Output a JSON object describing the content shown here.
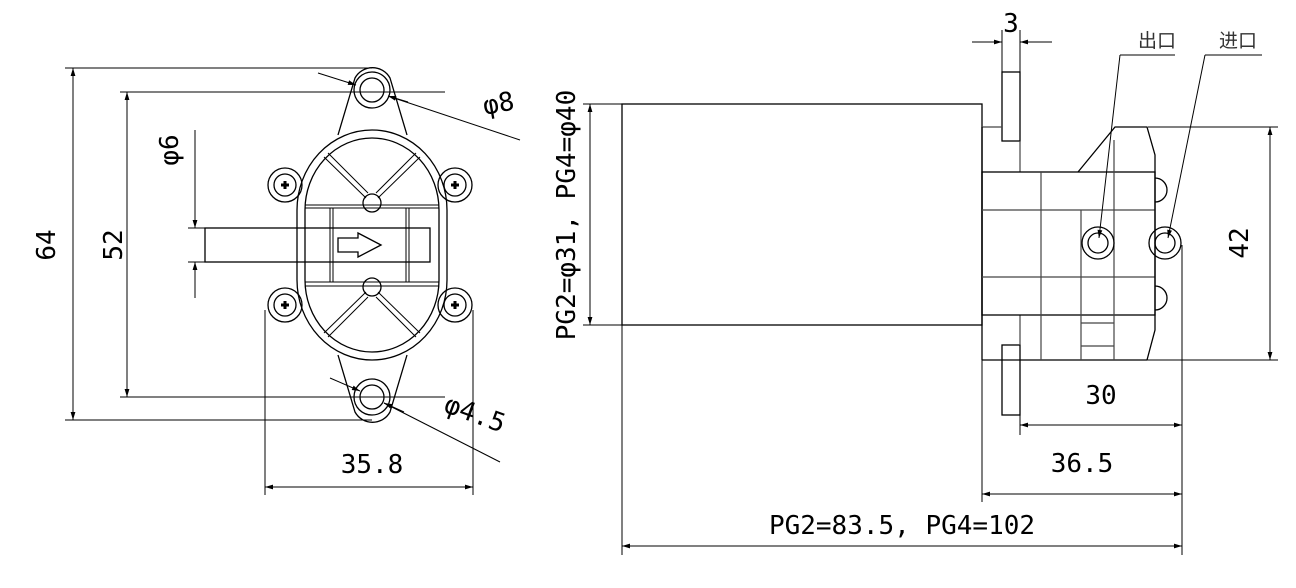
{
  "front_view": {
    "dim_overall_height": "64",
    "dim_hole_spacing": "52",
    "dim_shaft_diameter": "φ6",
    "dim_ear_diameter": "φ8",
    "dim_hole_diameter": "φ4.5",
    "dim_width": "35.8"
  },
  "side_view": {
    "dim_flange_thickness": "3",
    "label_outlet": "出口",
    "label_inlet": "进口",
    "dim_motor_diameter": "PG2=φ31, PG4=φ40",
    "dim_pump_height": "42",
    "dim_pump_length": "30",
    "dim_head_length": "36.5",
    "dim_total_length": "PG2=83.5, PG4=102"
  }
}
